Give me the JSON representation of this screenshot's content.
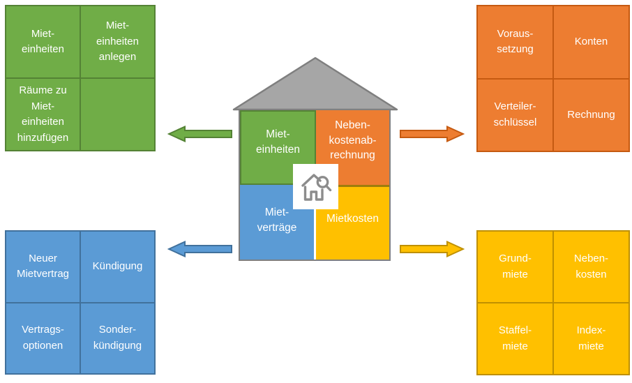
{
  "colors": {
    "green": "#70AD47",
    "green_dark": "#548235",
    "orange": "#ED7D31",
    "orange_dark": "#C55A11",
    "blue": "#5B9BD5",
    "blue_dark": "#41719C",
    "yellow": "#FFC000",
    "yellow_dark": "#BF9000",
    "roof_fill": "#A6A6A6",
    "roof_border": "#7F7F7F",
    "house_outline": "#808080",
    "icon_gray": "#8C8C8C",
    "text": "#FFFFFF"
  },
  "house": {
    "quadrants": [
      {
        "id": "mieteinheiten",
        "label": "Miet-\neinheiten",
        "color": "#70AD47"
      },
      {
        "id": "nebenkostenabrechnung",
        "label": "Neben-\nkostenab-\nrechnung",
        "color": "#ED7D31"
      },
      {
        "id": "mietvertraege",
        "label": "Miet-\nverträge",
        "color": "#5B9BD5"
      },
      {
        "id": "mietkosten",
        "label": "Mietkosten",
        "color": "#FFC000"
      }
    ],
    "center_icon": "house-search-icon"
  },
  "tables": {
    "top_left": {
      "topic": "Mieteinheiten",
      "color": "#70AD47",
      "cells": [
        "Miet-\neinheiten",
        "Miet-\neinheiten\nanlegen",
        "Räume zu\nMiet-\neinheiten\nhinzufügen",
        ""
      ]
    },
    "top_right": {
      "topic": "Nebenkostenabrechnung",
      "color": "#ED7D31",
      "cells": [
        "Voraus-\nsetzung",
        "Konten",
        "Verteiler-\nschlüssel",
        "Rechnung"
      ]
    },
    "bottom_left": {
      "topic": "Mietverträge",
      "color": "#5B9BD5",
      "cells": [
        "Neuer\nMietvertrag",
        "Kündigung",
        "Vertrags-\noptionen",
        "Sonder-\nkündigung"
      ]
    },
    "bottom_right": {
      "topic": "Mietkosten",
      "color": "#FFC000",
      "cells": [
        "Grund-\nmiete",
        "Neben-\nkosten",
        "Staffel-\nmiete",
        "Index-\nmiete"
      ]
    }
  },
  "arrows": [
    {
      "name": "mieteinheiten-arrow",
      "direction": "left",
      "color": "#70AD47"
    },
    {
      "name": "nebenkostenabrechnung-arrow",
      "direction": "right",
      "color": "#ED7D31"
    },
    {
      "name": "mietvertraege-arrow",
      "direction": "left",
      "color": "#5B9BD5"
    },
    {
      "name": "mietkosten-arrow",
      "direction": "right",
      "color": "#FFC000"
    }
  ]
}
